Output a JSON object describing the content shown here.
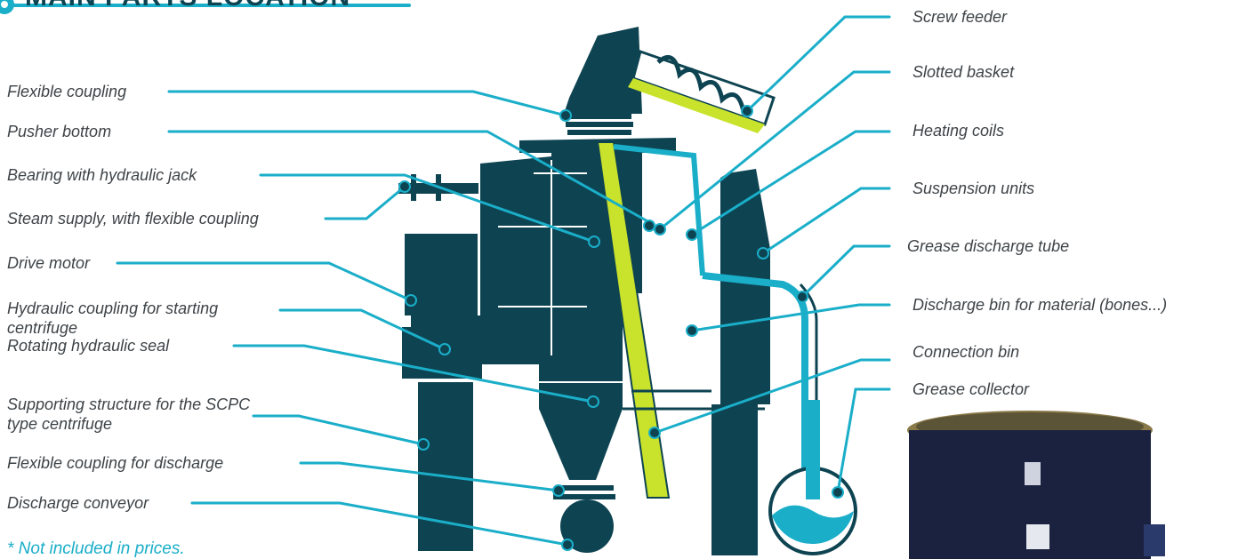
{
  "title": "MAIN PARTS LOCATION",
  "left_labels": [
    "Flexible coupling",
    "Pusher bottom",
    "Bearing with hydraulic jack",
    "Steam supply, with flexible coupling",
    "Drive motor",
    "Hydraulic coupling for starting centrifuge",
    "Rotating hydraulic seal",
    "Supporting structure for the SCPC type centrifuge",
    "Flexible coupling for discharge",
    "Discharge conveyor"
  ],
  "right_labels": [
    "Screw feeder",
    "Slotted basket",
    "Heating coils",
    "Suspension units",
    "Grease discharge tube",
    "Discharge bin for material (bones...)",
    "Connection bin",
    "Grease collector"
  ],
  "note": "* Not included in prices.",
  "colors": {
    "machine": "#0e4452",
    "accent": "#1aaec9",
    "material": "#c9e22b",
    "text": "#3e4347"
  },
  "icons": [
    "title-bullet-icon",
    "centrifuge-diagram",
    "grease-collector-photo"
  ]
}
